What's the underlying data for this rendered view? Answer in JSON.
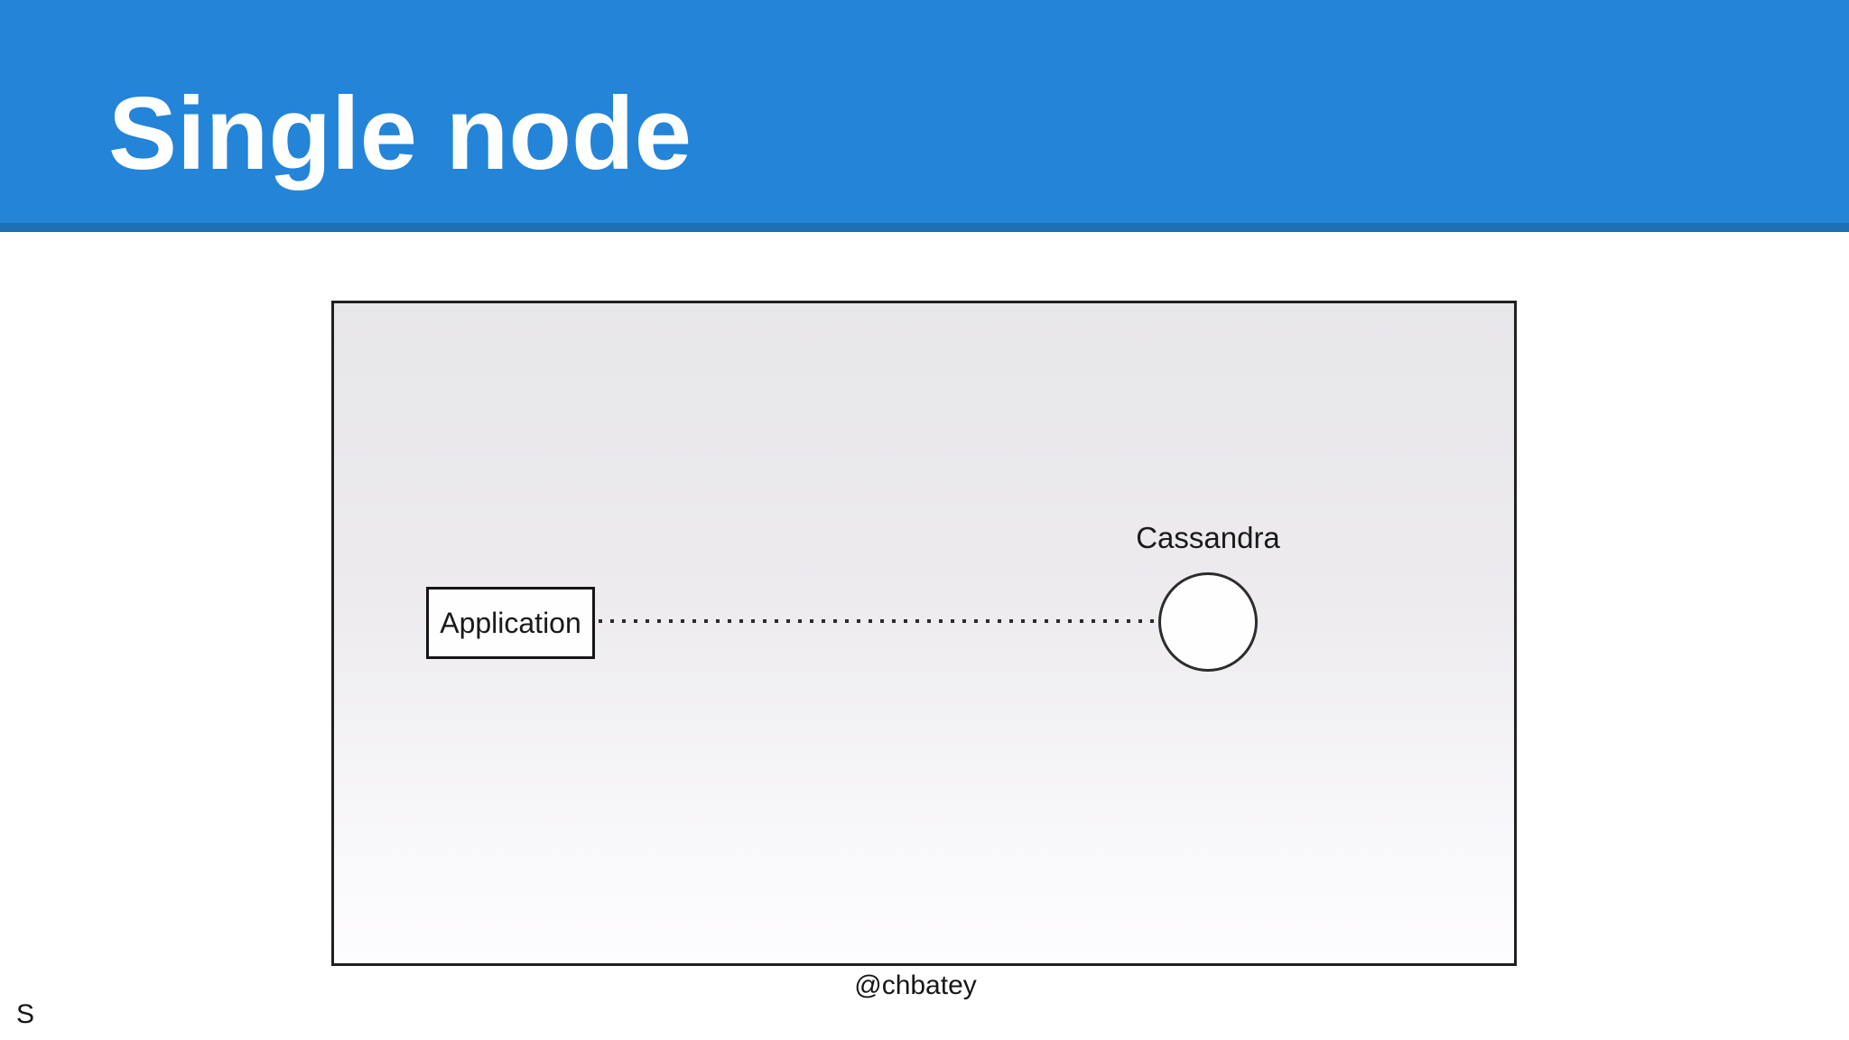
{
  "slide": {
    "title": "Single node",
    "footer_handle": "@chbatey",
    "corner_letter": "S"
  },
  "diagram": {
    "application_label": "Application",
    "cassandra_label": "Cassandra",
    "connector_style": "dotted-line",
    "node_shape": "circle"
  },
  "colors": {
    "header_background": "#2384d8",
    "header_accent_strip": "#1e70b5",
    "title_text": "#ffffff",
    "diagram_border": "#202020",
    "diagram_background_top": "#e7e6e9",
    "diagram_background_bottom": "#fdfcfe",
    "node_fill": "#fffeff",
    "text": "#1a1a1a"
  }
}
